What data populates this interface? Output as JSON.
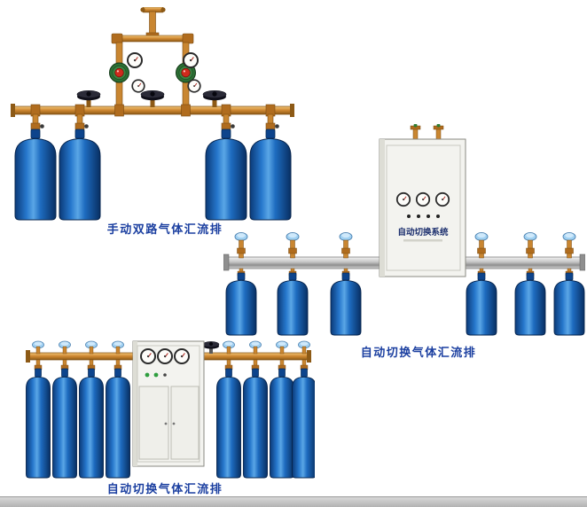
{
  "page": {
    "background": "#ffffff",
    "bottom_bar_color": "#c2c2c2"
  },
  "products": [
    {
      "id": "manual-dual-line-manifold",
      "caption": "手动双路气体汇流排",
      "cylinders": 4,
      "regulators": 2,
      "gauges": 4,
      "handwheel_valves": 3
    },
    {
      "id": "auto-switch-manifold",
      "caption": "自动切换气体汇流排",
      "cabinet_label": "自动切换系统",
      "cylinders": 6,
      "cabinet_gauges": 3
    },
    {
      "id": "auto-switch-manifold-tall",
      "caption": "自动切换气体汇流排",
      "cylinders": 8,
      "cabinet_gauges": 3
    }
  ],
  "colors": {
    "caption_text": "#1b3fa0",
    "cylinder_blue_dark": "#0b3a78",
    "cylinder_blue_light": "#5aa6e6",
    "brass_pipe": "#cd8630",
    "regulator_green": "#2c6e33",
    "regulator_knob_red": "#cf2b1d",
    "knob_light_blue": "#9fd0f2",
    "rail_silver": "#c9c9c9",
    "cabinet_white": "#f3f3ef"
  }
}
